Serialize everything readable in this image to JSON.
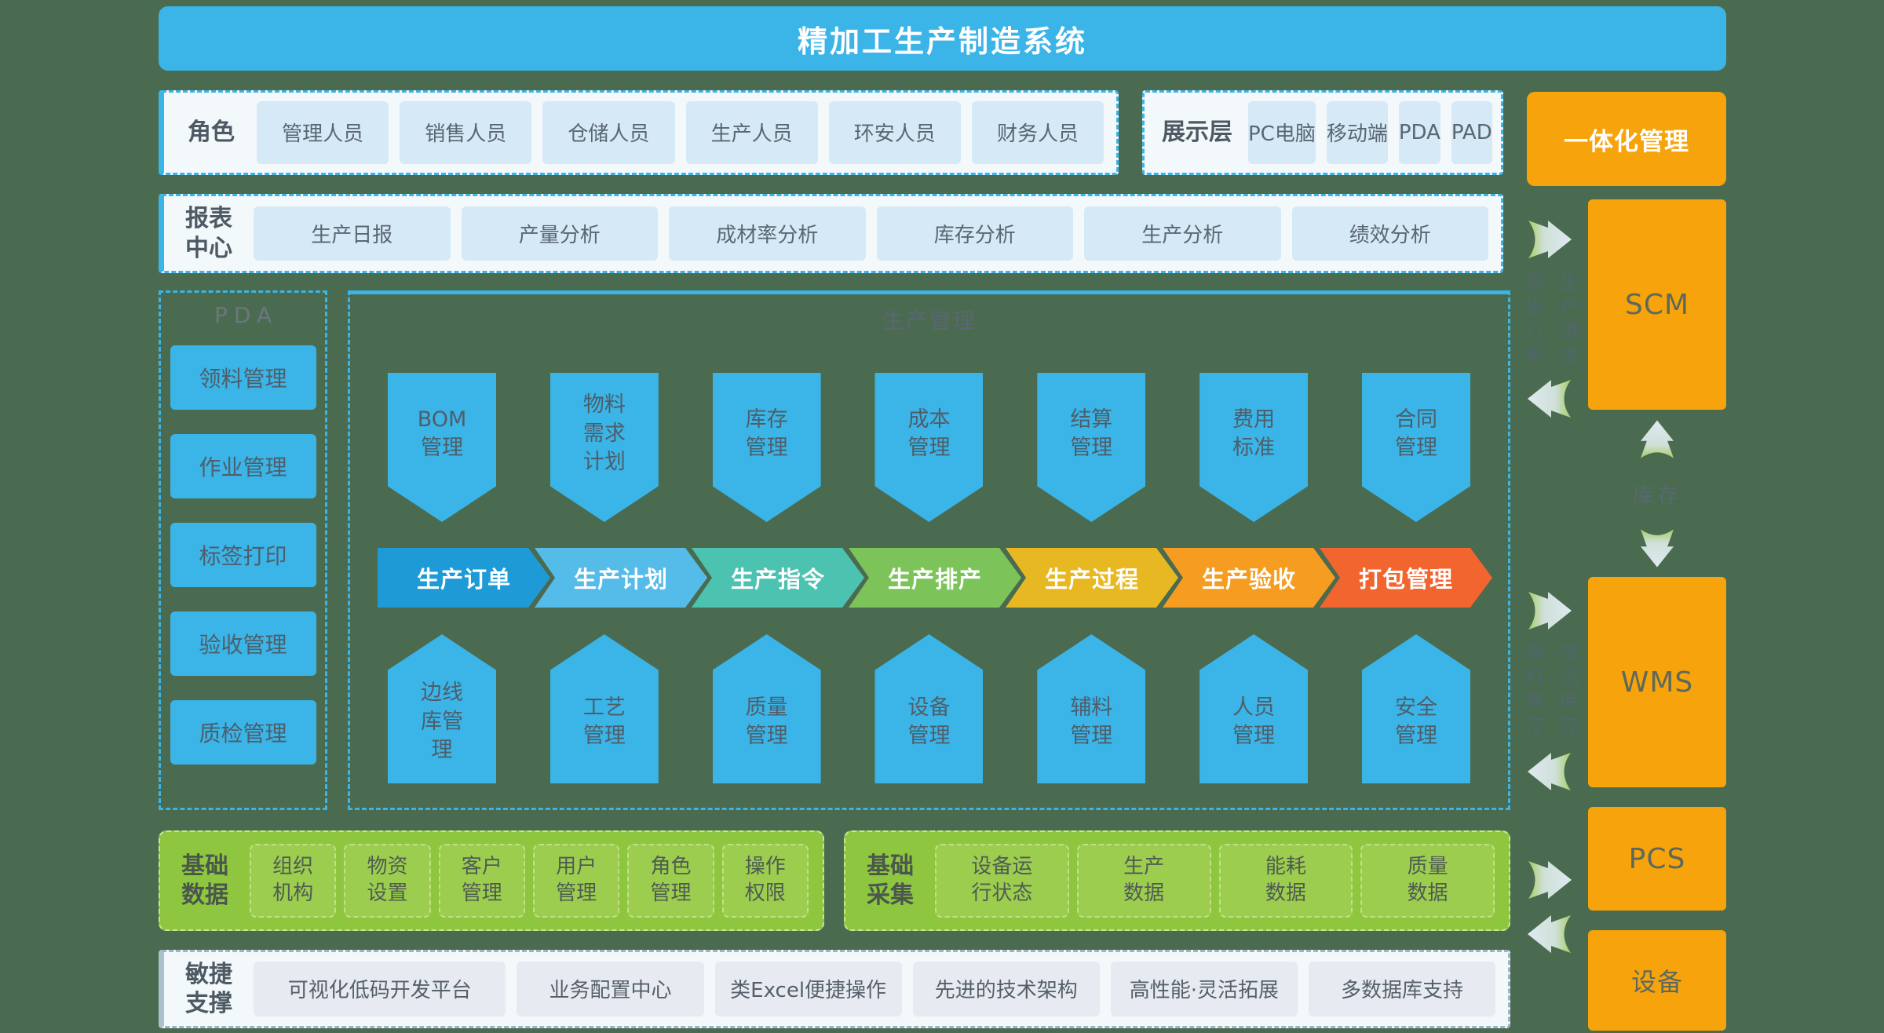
{
  "header": {
    "title": "精加工生产制造系统"
  },
  "roles": {
    "label": "角色",
    "items": [
      "管理人员",
      "销售人员",
      "仓储人员",
      "生产人员",
      "环安人员",
      "财务人员"
    ]
  },
  "display_layer": {
    "label": "展示层",
    "items": [
      "PC电脑",
      "移动端",
      "PDA",
      "PAD"
    ]
  },
  "integrated": {
    "label": "一体化管理"
  },
  "report_center": {
    "label": "报表中心",
    "items": [
      "生产日报",
      "产量分析",
      "成材率分析",
      "库存分析",
      "生产分析",
      "绩效分析"
    ]
  },
  "pda": {
    "label": "PDA",
    "items": [
      "领料管理",
      "作业管理",
      "标签打印",
      "验收管理",
      "质检管理"
    ]
  },
  "production": {
    "label": "生产管理",
    "top_items": [
      "BOM管理",
      "物料需求计划",
      "库存管理",
      "成本管理",
      "结算管理",
      "费用标准",
      "合同管理"
    ],
    "flow": [
      {
        "label": "生产订单",
        "color": "#1E9BD7"
      },
      {
        "label": "生产计划",
        "color": "#55BBE9"
      },
      {
        "label": "生产指令",
        "color": "#4CC2B0"
      },
      {
        "label": "生产排产",
        "color": "#7CC45A"
      },
      {
        "label": "生产过程",
        "color": "#E8B822"
      },
      {
        "label": "生产验收",
        "color": "#F59C21"
      },
      {
        "label": "打包管理",
        "color": "#F2652F"
      }
    ],
    "bottom_items": [
      "边线库管理",
      "工艺管理",
      "质量管理",
      "设备管理",
      "辅料管理",
      "人员管理",
      "安全管理"
    ]
  },
  "right_panel": {
    "systems": [
      "SCM",
      "WMS",
      "PCS",
      "设备"
    ],
    "scm_flow_labels": [
      "销售订单",
      "生产进度"
    ],
    "wms_flow_labels": [
      "原料库存",
      "成品库存"
    ],
    "inventory_label": "库存"
  },
  "base_data": {
    "label": "基础数据",
    "items": [
      "组织机构",
      "物资设置",
      "客户管理",
      "用户管理",
      "角色管理",
      "操作权限"
    ]
  },
  "base_collect": {
    "label": "基础采集",
    "items": [
      "设备运行状态",
      "生产数据",
      "能耗数据",
      "质量数据"
    ]
  },
  "agile": {
    "label": "敏捷支撑",
    "items": [
      "可视化低码开发平台",
      "业务配置中心",
      "类Excel便捷操作",
      "先进的技术架构",
      "高性能·灵活拓展",
      "多数据库支持"
    ]
  },
  "colors": {
    "background": "#4A6B50",
    "primary_blue": "#3BB4E7",
    "chip_blue": "#D5E9F7",
    "orange": "#F7A30C",
    "green": "#8FC640",
    "chip_green": "#9CCD4F"
  }
}
